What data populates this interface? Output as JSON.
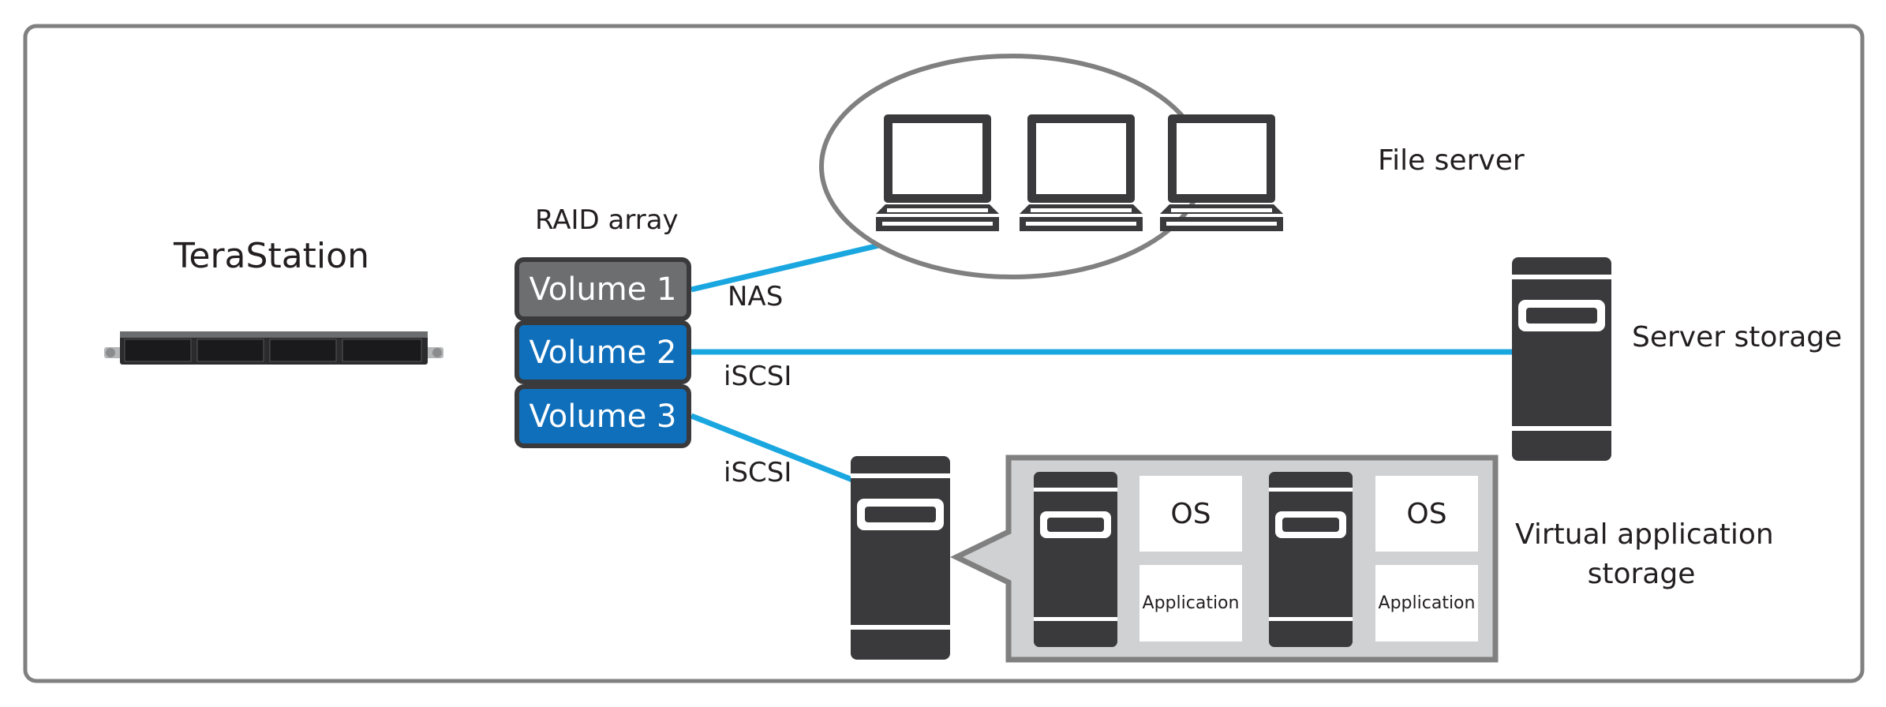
{
  "colors": {
    "frame": "#808080",
    "line": "#1aa7e0",
    "volume_gray": "#6d6e70",
    "volume_blue": "#0f6fba",
    "device_dark": "#3a3a3c",
    "vm_panel": "#d0d1d2"
  },
  "terastation": {
    "title": "TeraStation"
  },
  "raid": {
    "title": "RAID array",
    "volumes": [
      "Volume 1",
      "Volume 2",
      "Volume 3"
    ]
  },
  "links": {
    "nas": "NAS",
    "iscsi_1": "iSCSI",
    "iscsi_2": "iSCSI"
  },
  "file_server": {
    "label": "File server",
    "clients": [
      "laptop-icon",
      "laptop-icon",
      "laptop-icon"
    ]
  },
  "server_storage": {
    "label": "Server storage"
  },
  "virtual": {
    "label_line1": "Virtual application",
    "label_line2": "storage",
    "vms": [
      {
        "os": "OS",
        "app": "Application"
      },
      {
        "os": "OS",
        "app": "Application"
      }
    ]
  }
}
